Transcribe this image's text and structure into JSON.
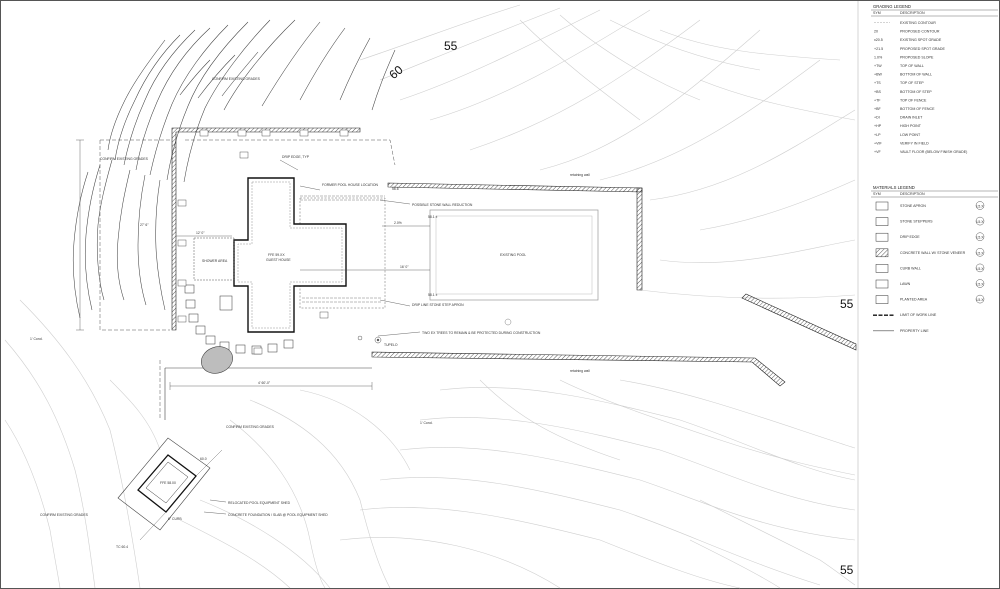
{
  "grading_legend": {
    "title": "GRADING LEGEND",
    "col_sym": "SYM",
    "col_desc": "DESCRIPTION",
    "items": [
      {
        "sym": "",
        "desc": "EXISTING CONTOUR"
      },
      {
        "sym": "20",
        "desc": "PROPOSED CONTOUR"
      },
      {
        "sym": "x20.5",
        "desc": "EXISTING SPOT GRADE"
      },
      {
        "sym": "+21.5",
        "desc": "PROPOSED SPOT GRADE"
      },
      {
        "sym": "1.0%",
        "desc": "PROPOSED SLOPE"
      },
      {
        "sym": "+TW",
        "desc": "TOP OF WALL"
      },
      {
        "sym": "+BW",
        "desc": "BOTTOM OF WALL"
      },
      {
        "sym": "+TS",
        "desc": "TOP OF STEP"
      },
      {
        "sym": "+BS",
        "desc": "BOTTOM OF STEP"
      },
      {
        "sym": "+TF",
        "desc": "TOP OF FENCE"
      },
      {
        "sym": "+BF",
        "desc": "BOTTOM OF FENCE"
      },
      {
        "sym": "+DI",
        "desc": "DRAIN INLET"
      },
      {
        "sym": "+HP",
        "desc": "HIGH POINT"
      },
      {
        "sym": "+LP",
        "desc": "LOW POINT"
      },
      {
        "sym": "+VIF",
        "desc": "VERIFY IN FIELD"
      },
      {
        "sym": "+VF",
        "desc": "VAULT FLOOR (BELOW FINISH GRADE)"
      }
    ]
  },
  "materials_legend": {
    "title": "MATERIALS LEGEND",
    "col_sym": "SYM",
    "col_desc": "DESCRIPTION",
    "items": [
      {
        "desc": "STONE APRON",
        "ref": "L5.X"
      },
      {
        "desc": "STONE STEPPERS",
        "ref": "L5.X"
      },
      {
        "desc": "DRIP EDGE",
        "ref": "L5.X"
      },
      {
        "desc": "CONCRETE WALL W/ STONE VENEER",
        "ref": "L5.X"
      },
      {
        "desc": "CURB WALL",
        "ref": "L5.X"
      },
      {
        "desc": "LAWN",
        "ref": "L5.X"
      },
      {
        "desc": "PLANTED AREA",
        "ref": "L5.X"
      },
      {
        "desc": "LIMIT OF WORK LINE",
        "ref": ""
      },
      {
        "desc": "PROPERTY LINE",
        "ref": ""
      }
    ]
  },
  "contour_labels": {
    "c55_top": "55",
    "c60": "60",
    "c55_right": "55",
    "c55_bottom": "55"
  },
  "annotations": {
    "confirm_grades_1": "CONFIRM EXISTING GRADES",
    "confirm_grades_2": "CONFIRM EXISTING GRADES",
    "confirm_grades_3": "CONFIRM EXISTING GRADES",
    "confirm_grades_4": "CONFIRM EXISTING GRADES",
    "drip_edge": "DRIP EDGE, TYP",
    "former_pool_house": "FORMER POOL HOUSE LOCATION",
    "possible_wall": "POSSIBLE STONE WALL REDUCTION",
    "existing_pool": "EXISTING POOL",
    "guest_house_ffe": "FFE 59.XX",
    "guest_house": "GUEST HOUSE",
    "shower_area": "SHOWER AREA",
    "drip_line": "DRIP LINE STONE STEP APRON",
    "trees_note": "TWO EX TREES TO REMAIN & BE PROTECTED DURING CONSTRUCTION",
    "tupelo": "TUPELO",
    "retaining_wall_1": "retaining wall",
    "retaining_wall_2": "retaining wall",
    "relocated_shed": "RELOCATED POOL EQUIPMENT SHED",
    "concrete_foundation": "CONCRETE FOUNDATION / SLAB @ POOL EQUIPMENT SHED",
    "shed_ffe": "FFE 58.00",
    "curb": "6\" CURB",
    "dim_4_60": "4' 60'-0\"",
    "dim_27": "27' 6\"",
    "dim_12": "12' 0\"",
    "dim_16": "16' 0\"",
    "slope_2": "2.0%",
    "spot_a": "58.1 ±",
    "spot_b": "58.1 ±",
    "spot_c": "56.6",
    "spot_d": "TC 60.4",
    "spot_e": "60.0",
    "cond_1": "1' Cond.",
    "cond_2": "1' Cond."
  }
}
